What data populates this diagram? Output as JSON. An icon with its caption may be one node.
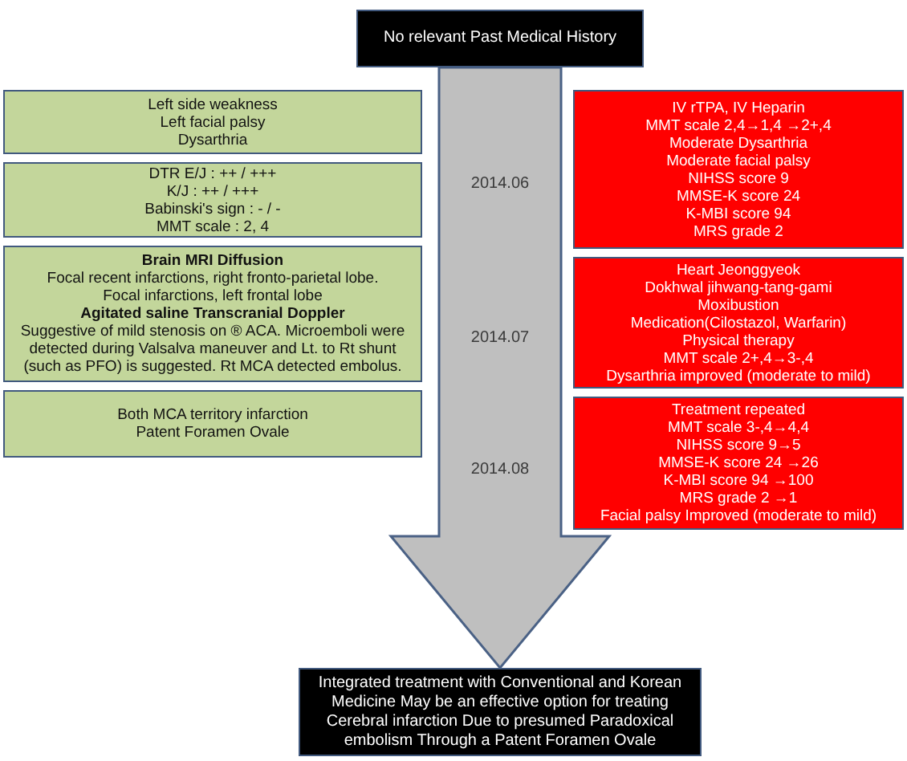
{
  "diagram": {
    "nodes": [
      {
        "text": [
          "No relevant Past Medical History"
        ]
      },
      {
        "text": [
          "Left side weakness",
          "Left facial palsy",
          "Dysarthria"
        ]
      },
      {
        "text": [
          "DTR E/J : ++ / +++",
          "K/J : ++ / +++",
          "Babinski's sign : - / -",
          "MMT scale : 2, 4"
        ]
      },
      {
        "text": [
          "Brain MRI Diffusion",
          "Focal recent infarctions, right fronto-parietal lobe.",
          "Focal infarctions, left frontal lobe",
          "Agitated saline Transcranial Doppler",
          "Suggestive of mild stenosis on ® ACA. Microemboli were detected during Valsalva maneuver and Lt. to Rt shunt (such as PFO) is suggested. Rt MCA detected embolus."
        ]
      },
      {
        "text": [
          "Both MCA territory infarction",
          "Patent Foramen Ovale"
        ]
      },
      {
        "text": [
          "IV rTPA, IV Heparin",
          "MMT scale 2,4→1,4 →2+,4",
          "Moderate Dysarthria",
          "Moderate facial palsy",
          "NIHSS score 9",
          "MMSE-K score 24",
          "K-MBI score 94",
          "MRS grade 2"
        ]
      },
      {
        "text": [
          "Heart Jeonggyeok",
          "Dokhwal jihwang-tang-gami",
          "Moxibustion",
          "Medication(Cilostazol, Warfarin)",
          "Physical therapy",
          "MMT scale 2+,4→3-,4",
          "Dysarthria improved (moderate to mild)"
        ]
      },
      {
        "text": [
          "Treatment repeated",
          "MMT scale 3-,4→4,4",
          "NIHSS score 9→5",
          "MMSE-K score 24 →26",
          "K-MBI score 94 →100",
          "MRS grade 2 →1",
          "Facial palsy Improved (moderate to mild)"
        ]
      },
      {
        "text": [
          "Integrated treatment with Conventional and Korean Medicine May be an effective option for treating Cerebral infarction Due to presumed Paradoxical embolism Through a Patent Foramen Ovale"
        ]
      }
    ],
    "edges": [
      {
        "from": 0,
        "to": 8,
        "arrow": "to",
        "style": "thick"
      }
    ],
    "labels": [
      "2014.06",
      "2014.07",
      "2014.08"
    ]
  }
}
